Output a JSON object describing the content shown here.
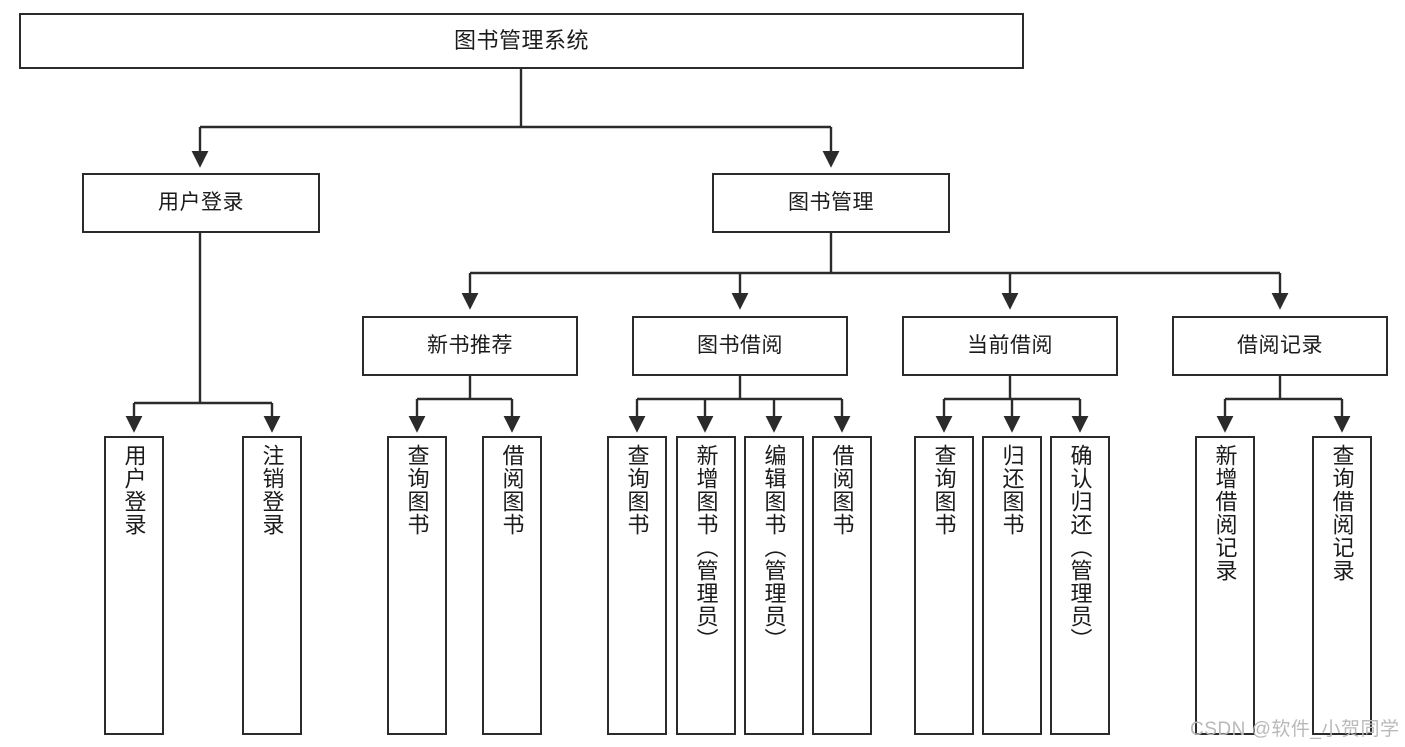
{
  "diagram": {
    "title_node": {
      "id": "root",
      "label": "图书管理系统"
    },
    "level2": [
      {
        "id": "login",
        "label": "用户登录"
      },
      {
        "id": "bookmgmt",
        "label": "图书管理"
      }
    ],
    "level3": [
      {
        "id": "newbook",
        "label": "新书推荐"
      },
      {
        "id": "borrow",
        "label": "图书借阅"
      },
      {
        "id": "current",
        "label": "当前借阅"
      },
      {
        "id": "records",
        "label": "借阅记录"
      }
    ],
    "leaves": {
      "login": [
        {
          "id": "leaf-user-login",
          "label": "用户登录"
        },
        {
          "id": "leaf-logout",
          "label": "注销登录"
        }
      ],
      "newbook": [
        {
          "id": "leaf-query-book-1",
          "label": "查询图书"
        },
        {
          "id": "leaf-borrow-book-1",
          "label": "借阅图书"
        }
      ],
      "borrow": [
        {
          "id": "leaf-query-book-2",
          "label": "查询图书"
        },
        {
          "id": "leaf-add-book",
          "label": "新增图书（管理员）"
        },
        {
          "id": "leaf-edit-book",
          "label": "编辑图书（管理员）"
        },
        {
          "id": "leaf-borrow-book-2",
          "label": "借阅图书"
        }
      ],
      "current": [
        {
          "id": "leaf-query-book-3",
          "label": "查询图书"
        },
        {
          "id": "leaf-return-book",
          "label": "归还图书"
        },
        {
          "id": "leaf-confirm-return",
          "label": "确认归还（管理员）"
        }
      ],
      "records": [
        {
          "id": "leaf-add-record",
          "label": "新增借阅记录"
        },
        {
          "id": "leaf-query-record",
          "label": "查询借阅记录"
        }
      ]
    }
  },
  "watermark": {
    "text": "CSDN @软件_小贺同学"
  },
  "colors": {
    "border": "#2b2b2b",
    "background": "#ffffff",
    "text": "#1b1b1b",
    "watermark": "#b9b9b9"
  }
}
